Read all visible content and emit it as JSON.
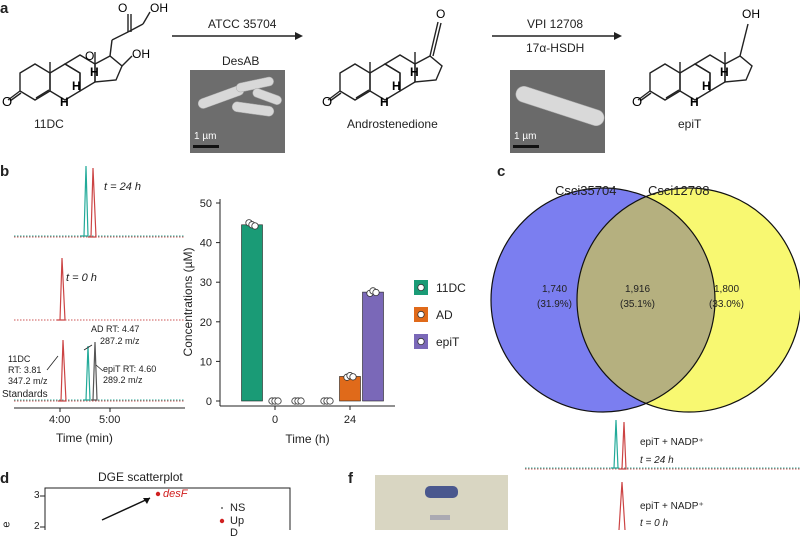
{
  "panel_a": {
    "label": "a",
    "compounds": [
      "11DC",
      "Androstenedione",
      "epiT"
    ],
    "step1": {
      "organism": "ATCC 35704",
      "image_label": "DesAB",
      "scale_bar": "1 µm"
    },
    "step2": {
      "organism": "VPI 12708",
      "enzyme": "17α-HSDH",
      "scale_bar": "1 µm"
    },
    "atoms": {
      "O": "O",
      "OH": "OH",
      "H": "H"
    }
  },
  "panel_b": {
    "label": "b",
    "chrom_labels": {
      "t24": "t = 24 h",
      "t0": "t = 0 h",
      "standards": "Standards",
      "dc_a": "11DC",
      "dc_b": "RT: 3.81",
      "dc_c": "347.2 m/z",
      "ad_a": "AD RT: 4.47",
      "ad_b": "287.2 m/z",
      "epit_a": "epiT RT: 4.60",
      "epit_b": "289.2 m/z",
      "tick1": "4:00",
      "tick2": "5:00",
      "xlabel": "Time (min)"
    }
  },
  "panel_c": {
    "label": "c",
    "set_a": "Csci35704",
    "set_b": "Csci12708",
    "only_a": "1,740",
    "only_a_pct": "(31.9%)",
    "both": "1,916",
    "both_pct": "(35.1%)",
    "only_b": "1,800",
    "only_b_pct": "(33.0%)",
    "color_a": "#7b7ef0",
    "color_b": "#f8f871",
    "color_both": "#b5b07f"
  },
  "panel_d": {
    "label": "d",
    "title": "DGE scatterplot",
    "gene": "desF",
    "y_ticks": [
      "3",
      "2"
    ],
    "legend": [
      "NS",
      "Up"
    ],
    "legend_partial": "D",
    "ylabel_partial": "e"
  },
  "panel_f": {
    "label": "f"
  },
  "panel_e_chrom": {
    "top_a": "epiT + NADP⁺",
    "top_b": "t = 24 h",
    "bottom_a": "epiT + NADP⁺",
    "bottom_b": "t = 0 h"
  },
  "chart_data": {
    "type": "bar",
    "categories": [
      "0",
      "24"
    ],
    "xlabel": "Time (h)",
    "ylabel": "Concentrations (µM)",
    "ylim": [
      0,
      50
    ],
    "yticks": [
      0,
      10,
      20,
      30,
      40,
      50
    ],
    "legend_placement": "right",
    "series": [
      {
        "name": "11DC",
        "color": "#1a9b76",
        "values": [
          44.5,
          0
        ],
        "points": [
          [
            45.0,
            44.5,
            44.2
          ],
          [
            0,
            0,
            0
          ]
        ]
      },
      {
        "name": "AD",
        "color": "#e06a1a",
        "values": [
          0,
          6.2
        ],
        "points": [
          [
            0,
            0,
            0
          ],
          [
            6.0,
            6.4,
            6.1
          ]
        ]
      },
      {
        "name": "epiT",
        "color": "#7a68b8",
        "values": [
          0,
          27.5
        ],
        "points": [
          [
            0,
            0,
            0
          ],
          [
            27.2,
            27.8,
            27.4
          ]
        ]
      }
    ]
  }
}
